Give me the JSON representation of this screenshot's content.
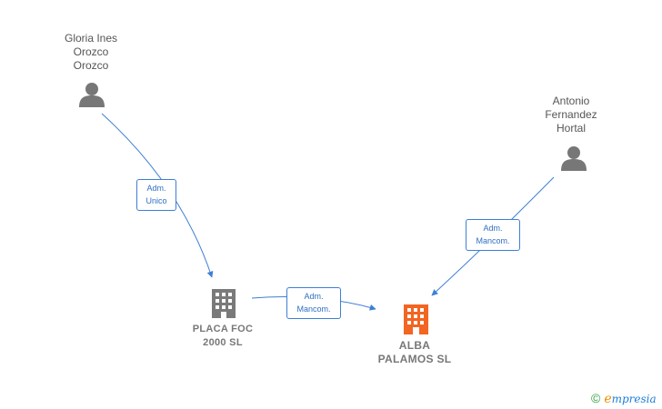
{
  "people": [
    {
      "id": "gloria",
      "name": "Gloria Ines\nOrozco\nOrozco"
    },
    {
      "id": "antonio",
      "name": "Antonio\nFernandez\nHortal"
    }
  ],
  "companies": [
    {
      "id": "placa",
      "name": "PLACA FOC\n2000  SL",
      "color": "#7a7a7a"
    },
    {
      "id": "alba",
      "name": "ALBA\nPALAMOS  SL",
      "color": "#f26522"
    }
  ],
  "edges": [
    {
      "id": "gloria-placa",
      "line1": "Adm.",
      "line2": "Unico"
    },
    {
      "id": "placa-alba",
      "line1": "Adm.",
      "line2": "Mancom."
    },
    {
      "id": "antonio-alba",
      "line1": "Adm.",
      "line2": "Mancom."
    }
  ],
  "colors": {
    "edge": "#3d7fd4",
    "person_icon": "#777777"
  },
  "brand": {
    "copyright": "©",
    "e": "e",
    "rest": "mpresia"
  }
}
